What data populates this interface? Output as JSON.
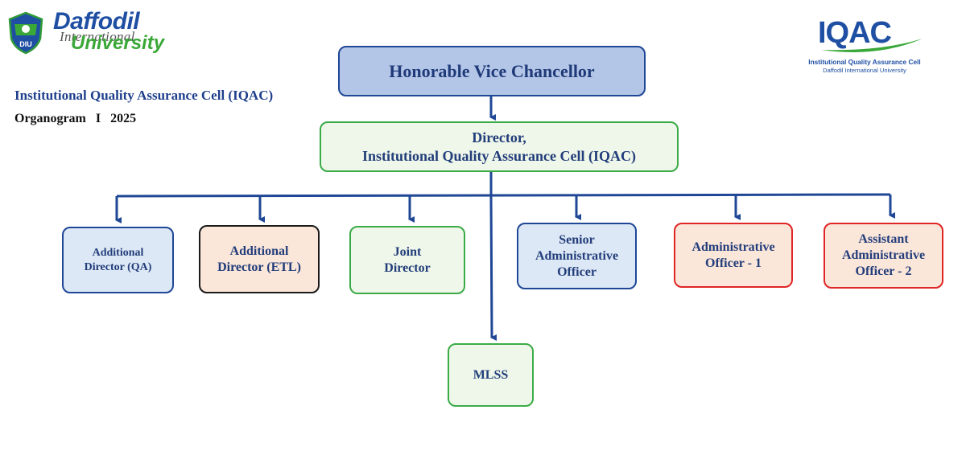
{
  "logos": {
    "university": {
      "line1": "Daffodil",
      "line2": "International",
      "line3": "University",
      "shield_text": "DIU"
    },
    "iqac": {
      "wordmark": "IQAC",
      "subtitle": "Institutional Quality Assurance Cell",
      "subtitle2": "Daffodil International University"
    }
  },
  "header": {
    "title": "Institutional Quality Assurance Cell (IQAC)",
    "subtitle": "Organogram   I   2025"
  },
  "nodes": {
    "vice_chancellor": "Honorable Vice Chancellor",
    "director": "Director,\nInstitutional Quality Assurance Cell (IQAC)",
    "additional_director_qa": "Additional\nDirector (QA)",
    "additional_director_etl": "Additional\nDirector (ETL)",
    "joint_director": "Joint\nDirector",
    "senior_administrative_officer": "Senior\nAdministrative\nOfficer",
    "administrative_officer_1": "Administrative\nOfficer - 1",
    "assistant_administrative_officer_2": "Assistant\nAdministrative\nOfficer - 2",
    "mlss": "MLSS"
  },
  "colors": {
    "connector": "#1f4796",
    "blue_fill": "#dce8f5",
    "blue_border": "#1f4796",
    "green_fill": "#eef7e9",
    "green_border": "#3bab48",
    "peach_fill": "#fbe6da",
    "red_border": "#e02525",
    "black_border": "#1a1a1a"
  }
}
